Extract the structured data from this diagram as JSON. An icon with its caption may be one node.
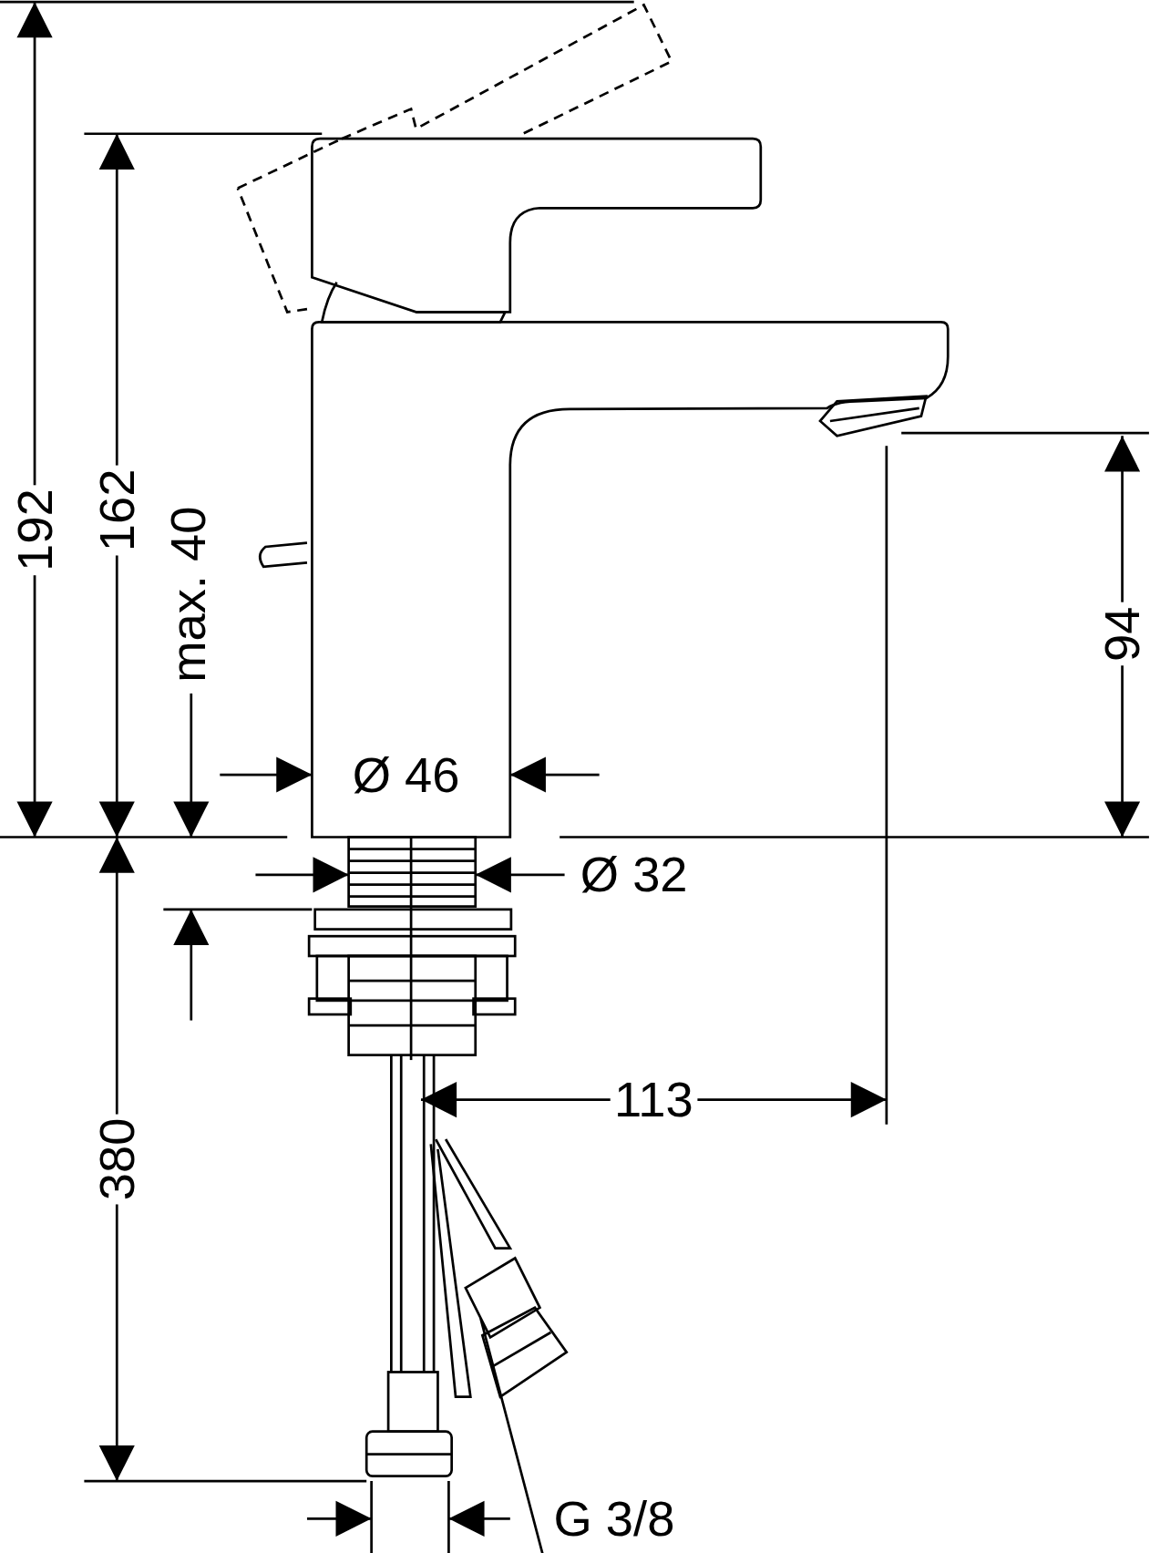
{
  "diagram": {
    "labels": [
      "192",
      "162",
      "max. 40",
      "Ø 46",
      "94",
      "Ø 32",
      "113",
      "380",
      "G 3/8"
    ]
  }
}
